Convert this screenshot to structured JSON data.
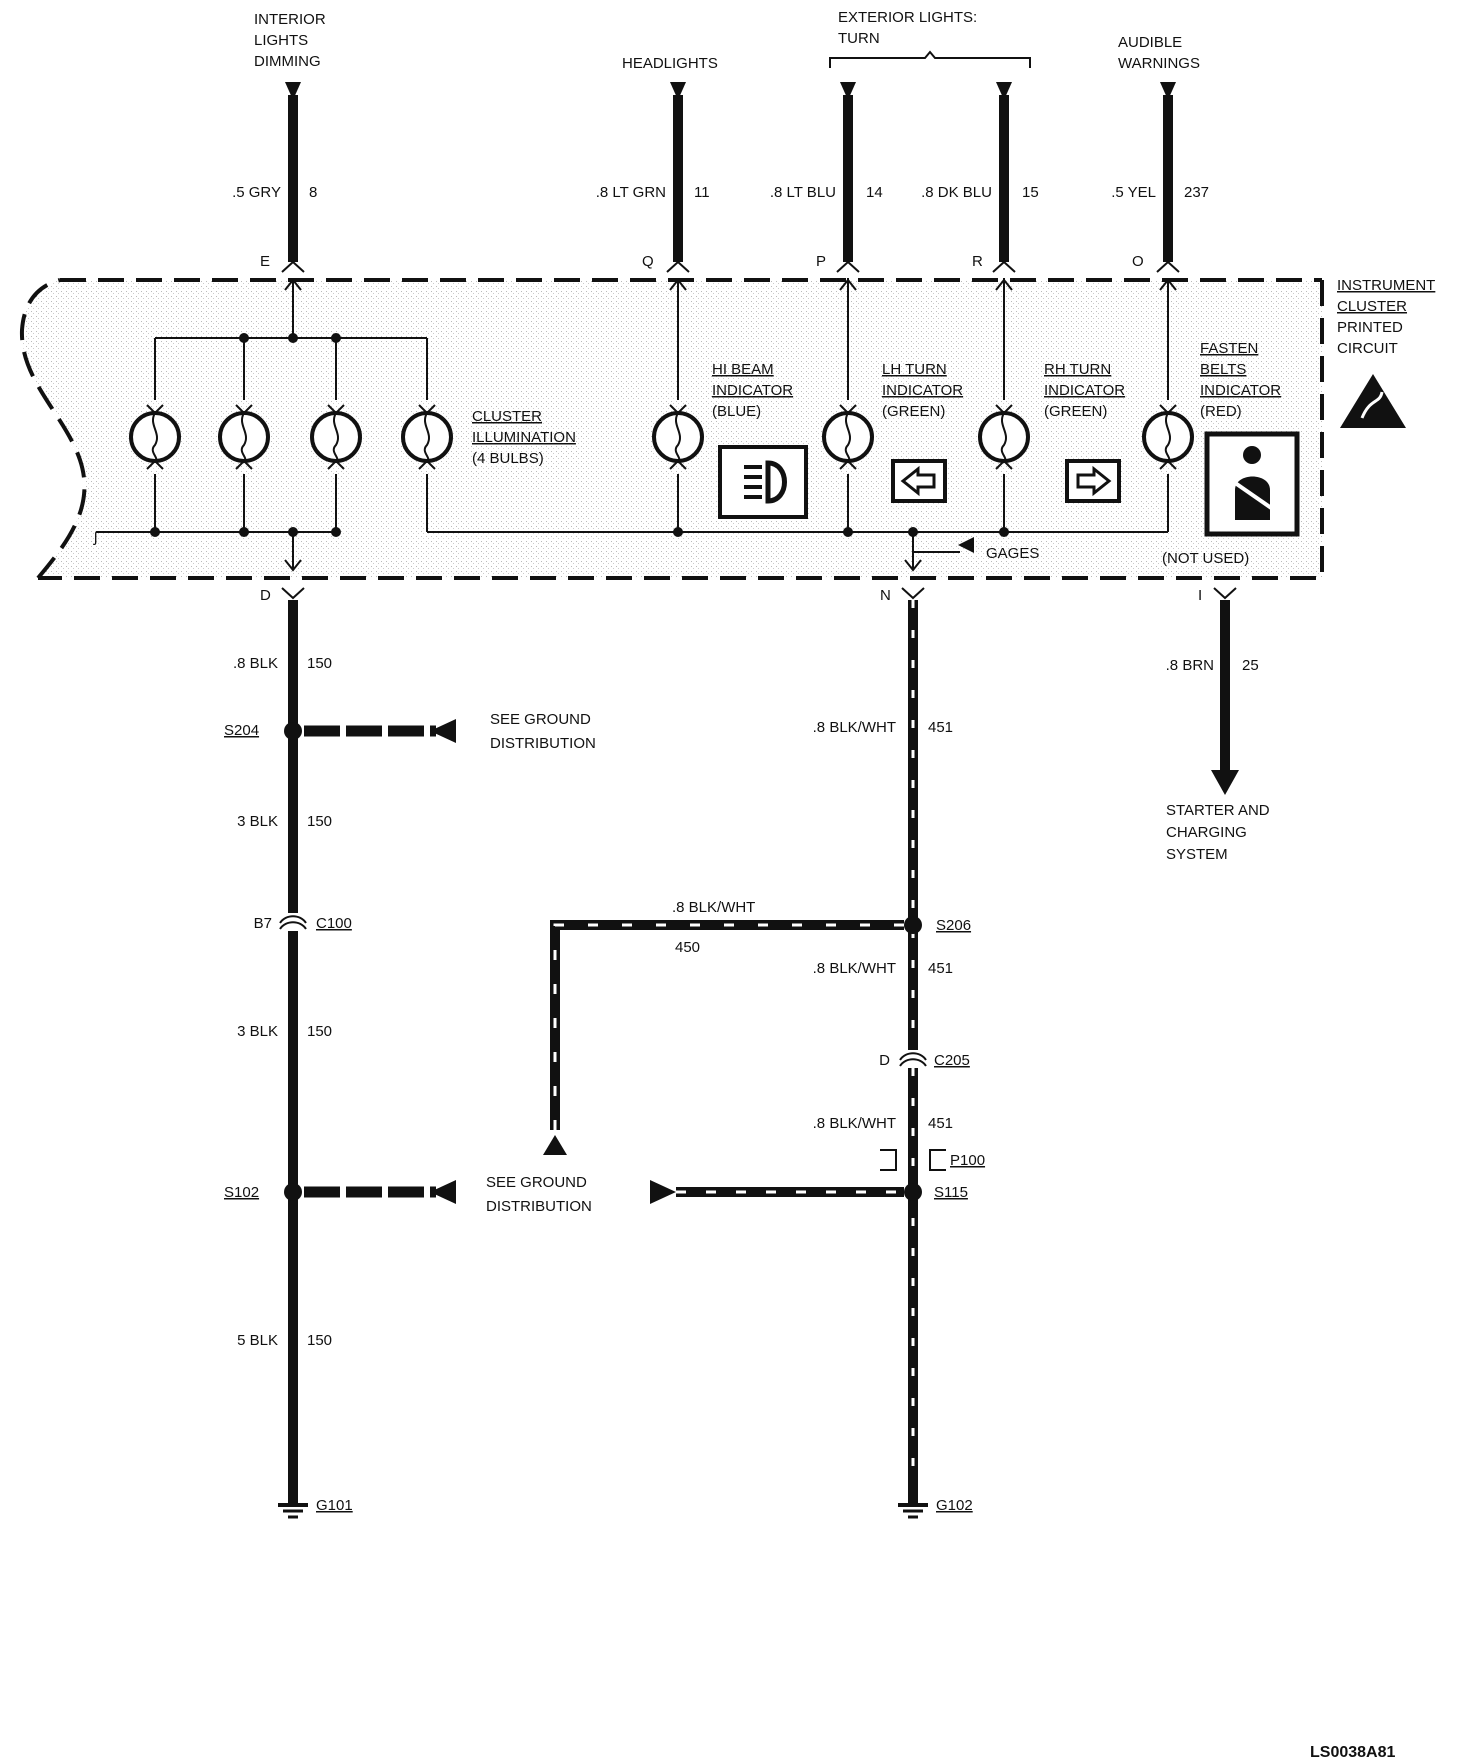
{
  "top_labels": {
    "interior": [
      "INTERIOR",
      "LIGHTS",
      "DIMMING"
    ],
    "headlights": "HEADLIGHTS",
    "exterior": [
      "EXTERIOR LIGHTS:",
      "TURN"
    ],
    "audible": [
      "AUDIBLE",
      "WARNINGS"
    ]
  },
  "wires_top": [
    {
      "color": ".5 GRY",
      "circuit": "8",
      "pin": "E"
    },
    {
      "color": ".8 LT GRN",
      "circuit": "11",
      "pin": "Q"
    },
    {
      "color": ".8 LT BLU",
      "circuit": "14",
      "pin": "P"
    },
    {
      "color": ".8 DK BLU",
      "circuit": "15",
      "pin": "R"
    },
    {
      "color": ".5 YEL",
      "circuit": "237",
      "pin": "O"
    }
  ],
  "cluster": {
    "name": [
      "INSTRUMENT",
      "CLUSTER",
      "PRINTED",
      "CIRCUIT"
    ],
    "illumination": [
      "CLUSTER",
      "ILLUMINATION",
      "(4 BULBS)"
    ],
    "hibeam": [
      "HI BEAM",
      "INDICATOR",
      "(BLUE)"
    ],
    "lhturn": [
      "LH TURN",
      "INDICATOR",
      "(GREEN)"
    ],
    "rhturn": [
      "RH TURN",
      "INDICATOR",
      "(GREEN)"
    ],
    "fasten": [
      "FASTEN",
      "BELTS",
      "INDICATOR",
      "(RED)"
    ],
    "gages": "GAGES",
    "not_used": "(NOT USED)",
    "pin_d": "D",
    "pin_n": "N",
    "pin_i": "I"
  },
  "left_branch": {
    "w1": {
      "color": ".8 BLK",
      "circuit": "150"
    },
    "s204": "S204",
    "see_ground_1": [
      "SEE GROUND",
      "DISTRIBUTION"
    ],
    "w2": {
      "color": "3 BLK",
      "circuit": "150"
    },
    "b7": "B7",
    "c100": "C100",
    "w3": {
      "color": "3 BLK",
      "circuit": "150"
    },
    "s102": "S102",
    "w4": {
      "color": "5 BLK",
      "circuit": "150"
    },
    "g101": "G101"
  },
  "mid_branch": {
    "w1": {
      "color": ".8 BLK/WHT",
      "circuit": "451"
    },
    "s206": "S206",
    "w450": {
      "color": ".8 BLK/WHT",
      "circuit": "450"
    },
    "w2": {
      "color": ".8 BLK/WHT",
      "circuit": "451"
    },
    "c205_pin": "D",
    "c205": "C205",
    "w3": {
      "color": ".8 BLK/WHT",
      "circuit": "451"
    },
    "p100": "P100",
    "s115": "S115",
    "see_ground_2": [
      "SEE GROUND",
      "DISTRIBUTION"
    ],
    "g102": "G102"
  },
  "right_branch": {
    "w1": {
      "color": ".8 BRN",
      "circuit": "25"
    },
    "dest": [
      "STARTER AND",
      "CHARGING",
      "SYSTEM"
    ]
  },
  "figure_id": "LS0038A81"
}
